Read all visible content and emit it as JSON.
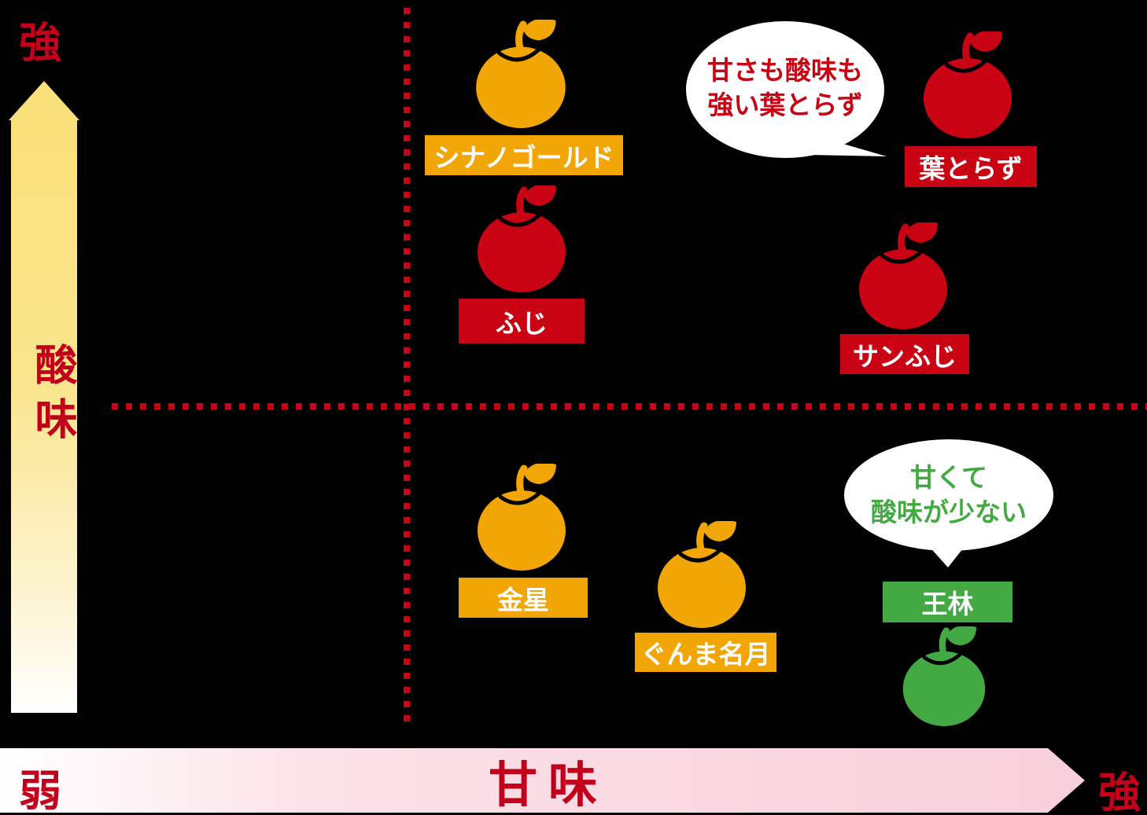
{
  "colors": {
    "background": "#000000",
    "apple_red": "#C90313",
    "apple_orange": "#F1A606",
    "apple_green": "#43A943",
    "axis_text_red": "#C2001B",
    "y_arrow_yellow": "#FAE07A",
    "x_arrow_pink": "#F8D0DB",
    "bubble_white": "#FFFFFF",
    "label_text_white": "#FFFFFF"
  },
  "chart_data": {
    "type": "scatter",
    "title": "",
    "xlabel": "甘味",
    "ylabel": "酸味",
    "x_axis_ends": {
      "min": "弱",
      "max": "強"
    },
    "y_axis_ends": {
      "max": "強"
    },
    "grid": "quadrant dotted cross",
    "legend_position": "none",
    "points": [
      {
        "name": "シナノゴールド",
        "color_name": "orange",
        "hex": "#F1A606",
        "sweetness": 0.48,
        "acidity": 0.89
      },
      {
        "name": "葉とらず",
        "color_name": "red",
        "hex": "#C90313",
        "sweetness": 0.89,
        "acidity": 0.87
      },
      {
        "name": "ふじ",
        "color_name": "red",
        "hex": "#C90313",
        "sweetness": 0.48,
        "acidity": 0.67
      },
      {
        "name": "サンふじ",
        "color_name": "red",
        "hex": "#C90313",
        "sweetness": 0.83,
        "acidity": 0.62
      },
      {
        "name": "金星",
        "color_name": "orange",
        "hex": "#F1A606",
        "sweetness": 0.48,
        "acidity": 0.29
      },
      {
        "name": "ぐんま名月",
        "color_name": "orange",
        "hex": "#F1A606",
        "sweetness": 0.65,
        "acidity": 0.22
      },
      {
        "name": "王林",
        "color_name": "green",
        "hex": "#43A943",
        "sweetness": 0.87,
        "acidity": 0.08
      }
    ],
    "annotations": [
      {
        "target": "葉とらず",
        "color": "#C90313",
        "lines": [
          "甘さも酸味も",
          "強い葉とらず"
        ]
      },
      {
        "target": "王林",
        "color": "#43A943",
        "lines": [
          "甘くて",
          "酸味が少ない"
        ]
      }
    ]
  },
  "axes": {
    "y": {
      "label": "酸味",
      "strong": "強"
    },
    "x": {
      "label": "甘味",
      "weak": "弱",
      "strong": "強"
    }
  }
}
